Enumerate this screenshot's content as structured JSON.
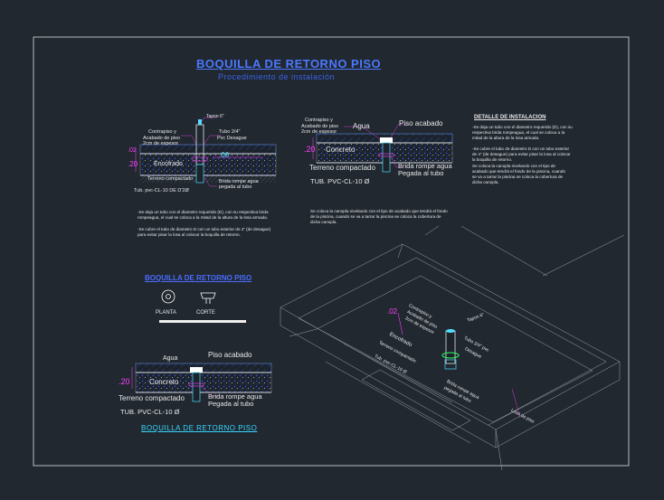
{
  "titles": {
    "main": "BOQUILLA DE RETORNO PISO",
    "subtitle": "Procedimiento de instalación",
    "symbol_heading": "BOQUILLA DE RETORNO PISO",
    "bottom_heading": "BOQUILLA  DE  RETORNO  PISO",
    "install_heading": "DETALLE DE INSTALACION"
  },
  "symbols": {
    "planta": "PLANTA",
    "corte": "CORTE"
  },
  "detail1": {
    "tapon": "Tapon 6\"",
    "contrapiso": "Contrapiso y",
    "acabado": "Acabado de piso",
    "espesor": "2cm de espesor",
    "tubo": "Tubo 2/4\"",
    "pvc": "Pvc Desague",
    "dim02": ".02",
    "dim20": ".20",
    "dim06": ".06",
    "encofrado": "Encofrado",
    "terreno": "Terreno compactado",
    "brida1": "Brida rompe agua",
    "brida2": "pegada al tubo",
    "tub": "Tub. pvc-CL-10 DE D'2Ø"
  },
  "detail2": {
    "contrapiso": "Contrapiso y",
    "acabado": "Acabado de piso",
    "espesor": "2cm de espesor",
    "agua": "Agua",
    "piso": "Piso acabado",
    "dim20": ".20",
    "concreto": "Concreto",
    "terreno": "Terreno compactado",
    "brida1": "Brida rompe agua",
    "brida2": "Pegada al tubo",
    "tub": "TUB. PVC-CL-10 Ø"
  },
  "detail3": {
    "agua": "Agua",
    "piso": "Piso acabado",
    "dim20": ".20",
    "concreto": "Concreto",
    "terreno": "Terreno compactado",
    "brida1": "Brida rompe agua",
    "brida2": "Pegada al tubo",
    "tub": "TUB. PVC-CL-10 Ø"
  },
  "iso": {
    "contrapiso": "Contrapiso y",
    "acabado": "Acabado de piso",
    "espesor": "2cm de espesor",
    "dim02": ".02",
    "tapon": "Tapon 6\"",
    "tubo": "Tubo 2/4\" pvc",
    "desague": "Desague",
    "encofrado": "Encofrado",
    "terreno": "Terreno compactado",
    "tub": "Tub. pvc-CL-10 Ø",
    "brida1": "Brida rompe agua",
    "brida2": "pegada al tubo",
    "losa": "Losa de piso"
  },
  "notes": {
    "left1": "-Se deja un tubo con el diametro requerido (D), con su respectiva brida rompeagua, el cual se coloca a la mitad de la altura de la losa armada.",
    "left2": "-Se cubre el tubo de diametro D con un tubo exterior de 4\" (de desague) para evitar pisar la losa al colocar la boquilla de retorno.",
    "center": "Se coloca la canopla nivelando con el tipo de acabado que tendrá el fondo de la piscina, cuando se va a tarrar la piscina se coloca la cobertura de dicha canopla.",
    "right1": "-Se deja un tubo con el diametro requerido (D), con su respectiva brida rompeagua, el cual se coloca a la mitad de la altura de la losa armada.",
    "right2": "-Se cubre el tubo de diametro D con un tubo exterior de 4\" (de desague) para evitar pisar la losa al colocar la boquilla de retorno.",
    "right3": "Se coloca la canopla nivelando con el tipo de acabado que tendrá el fondo de la piscina, cuando se va a tarrar la piscina se coloca la cobertura de dicha canopla."
  }
}
